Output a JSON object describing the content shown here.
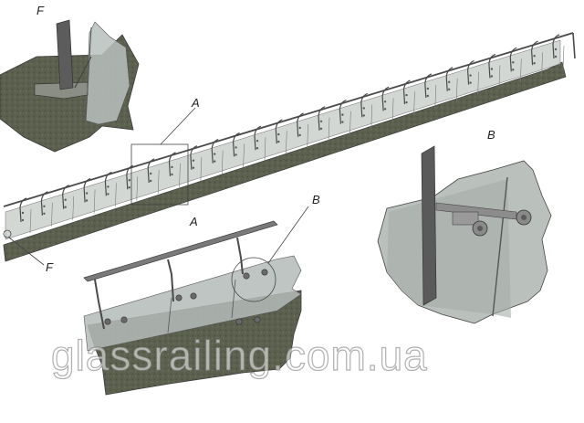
{
  "labels": {
    "detail_f": "F",
    "detail_a": "A",
    "detail_b": "B",
    "callout_f": "F",
    "callout_a": "A",
    "callout_b": "B"
  },
  "watermark": "glassrailing.com.ua",
  "colors": {
    "glass": "#a9b1ad",
    "glass_light": "#c9cfcb",
    "ground": "#5f6452",
    "ground_dark": "#4a4e3f",
    "metal": "#6e6e6e",
    "outline": "#3a3a3a"
  }
}
